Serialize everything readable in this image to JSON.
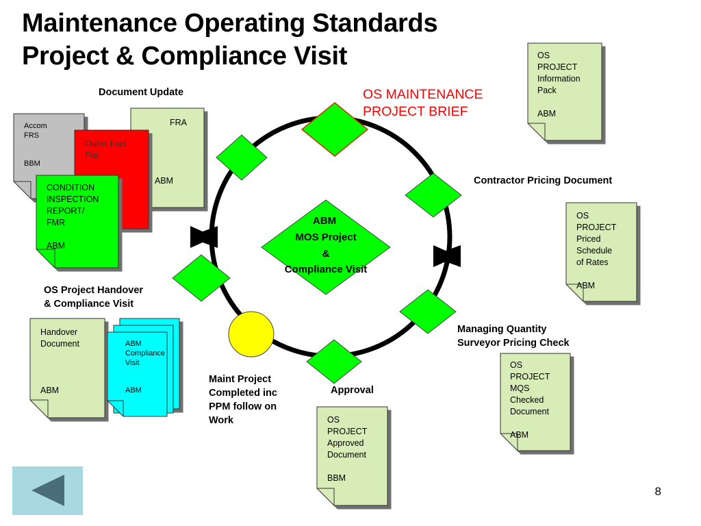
{
  "slide": {
    "title_line1": "Maintenance Operating Standards",
    "title_line2": "Project & Compliance Visit",
    "page_number": "8"
  },
  "labels": {
    "document_update": "Document Update",
    "os_maintenance_brief_line1": "OS MAINTENANCE",
    "os_maintenance_brief_line2": "PROJECT BRIEF",
    "contractor_pricing": "Contractor Pricing Document",
    "mqs_line1": "Managing Quantity",
    "mqs_line2": "Surveyor Pricing Check",
    "approval": "Approval",
    "completed_line1": "Maint Project",
    "completed_line2": "Completed inc",
    "completed_line3": "PPM follow on",
    "completed_line4": "Work",
    "handover_line1": "OS Project Handover",
    "handover_line2": "& Compliance Visit"
  },
  "center": {
    "line1": "ABM",
    "line2": "MOS Project",
    "line3": "&",
    "line4": "Compliance Visit"
  },
  "documents": {
    "accom": {
      "line1": "Accom",
      "line2": "FRS",
      "line3": "BBM"
    },
    "outlet": {
      "line1": "Outlet Fact",
      "line2": "File"
    },
    "fra": {
      "line1": "FRA",
      "line2": "ABM"
    },
    "condition": {
      "line1": "CONDITION",
      "line2": "INSPECTION",
      "line3": "REPORT/",
      "line4": "FMR",
      "line5": "ABM"
    },
    "info_pack": {
      "line1": "OS",
      "line2": "PROJECT",
      "line3": "Information",
      "line4": "Pack",
      "line5": "ABM"
    },
    "priced": {
      "line1": "OS",
      "line2": "PROJECT",
      "line3": "Priced",
      "line4": "Schedule",
      "line5": "of Rates",
      "line6": "ABM"
    },
    "mqs_doc": {
      "line1": "OS",
      "line2": "PROJECT",
      "line3": "MQS",
      "line4": "Checked",
      "line5": "Document",
      "line6": "ABM"
    },
    "approved": {
      "line1": "OS",
      "line2": "PROJECT",
      "line3": "Approved",
      "line4": "Document",
      "line5": "BBM"
    },
    "handover_doc": {
      "line1": "Handover",
      "line2": "Document",
      "line3": "ABM"
    },
    "compliance_visit": {
      "line1": "ABM",
      "line2": "Compliance",
      "line3": "Visit",
      "line4": "ABM"
    }
  },
  "colors": {
    "node_green": "#00ff00",
    "doc_light_green": "#d8ecb8",
    "doc_grey": "#c0c0c0",
    "doc_red": "#ff0000",
    "doc_cyan": "#00ffff",
    "completed_node_yellow": "#ffff00",
    "accent_red": "#ff0000",
    "back_button": "#a8d8e0"
  },
  "icons": {
    "back": "triangle-left-icon"
  }
}
